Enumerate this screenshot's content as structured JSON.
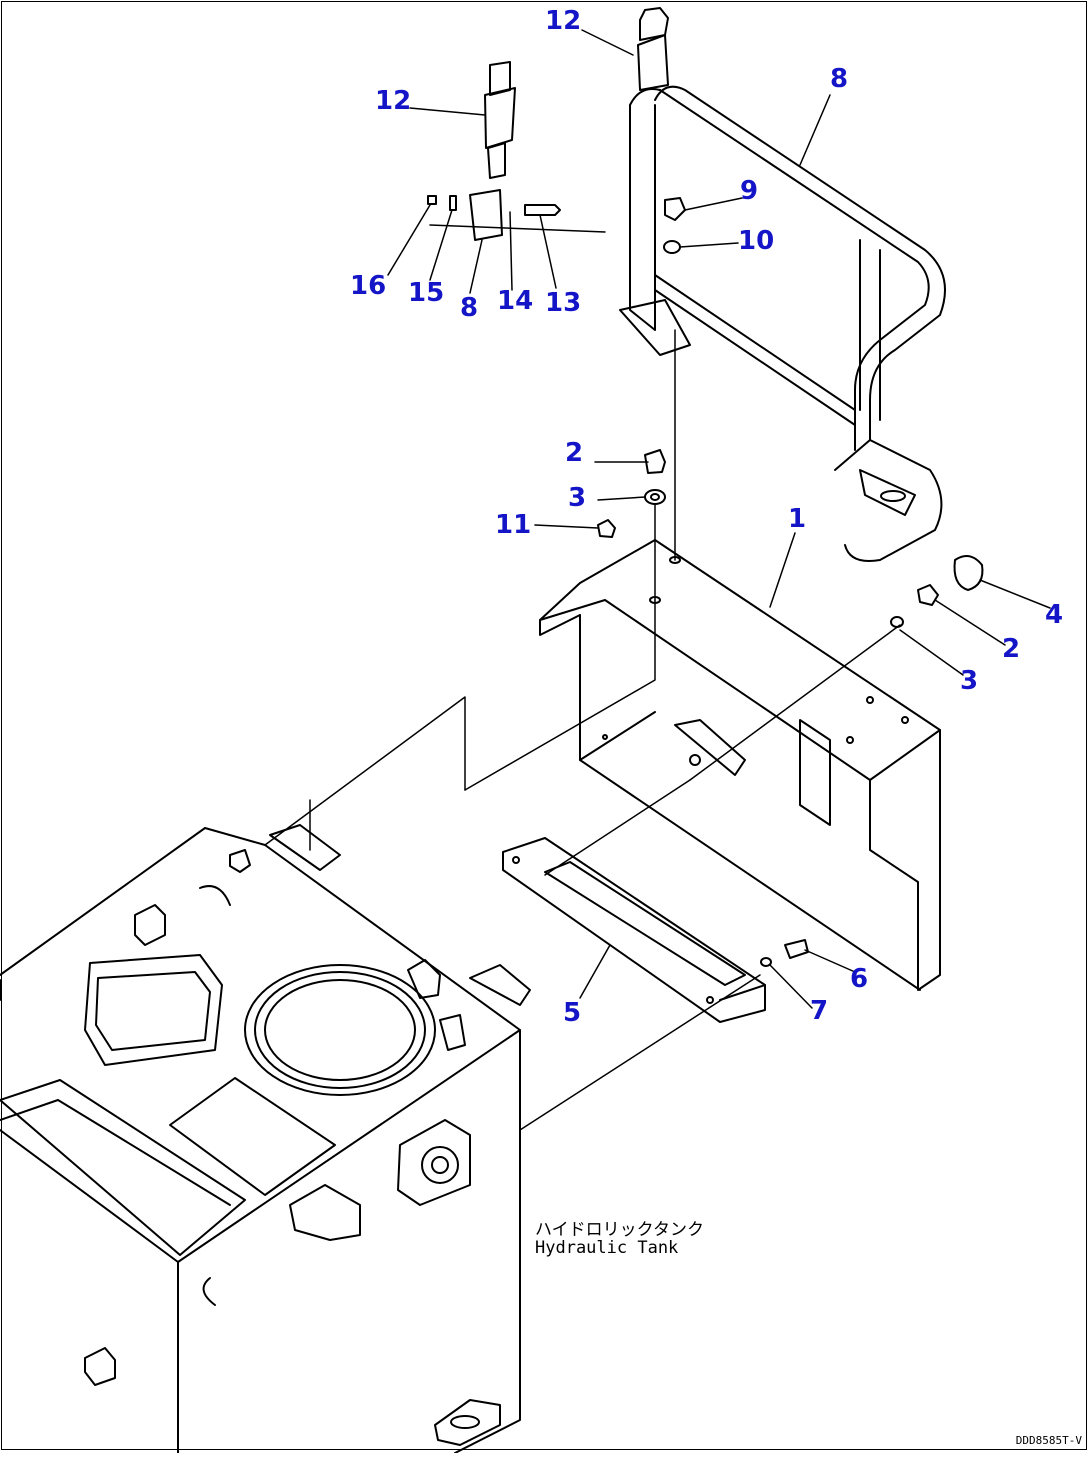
{
  "callouts": {
    "c12_top": "12",
    "c12_left": "12",
    "c8_right": "8",
    "c9": "9",
    "c10": "10",
    "c16": "16",
    "c15": "15",
    "c8_left": "8",
    "c14": "14",
    "c13": "13",
    "c2_mid": "2",
    "c3_mid": "3",
    "c11": "11",
    "c1": "1",
    "c4": "4",
    "c2_right": "2",
    "c3_right": "3",
    "c6": "6",
    "c5": "5",
    "c7": "7"
  },
  "tank_label": {
    "jp": "ハイドロリックタンク",
    "en": "Hydraulic Tank"
  },
  "drawing_id": "DDD8585T-V",
  "colors": {
    "callout": "#1515c8",
    "line": "#000000",
    "background": "#ffffff"
  }
}
